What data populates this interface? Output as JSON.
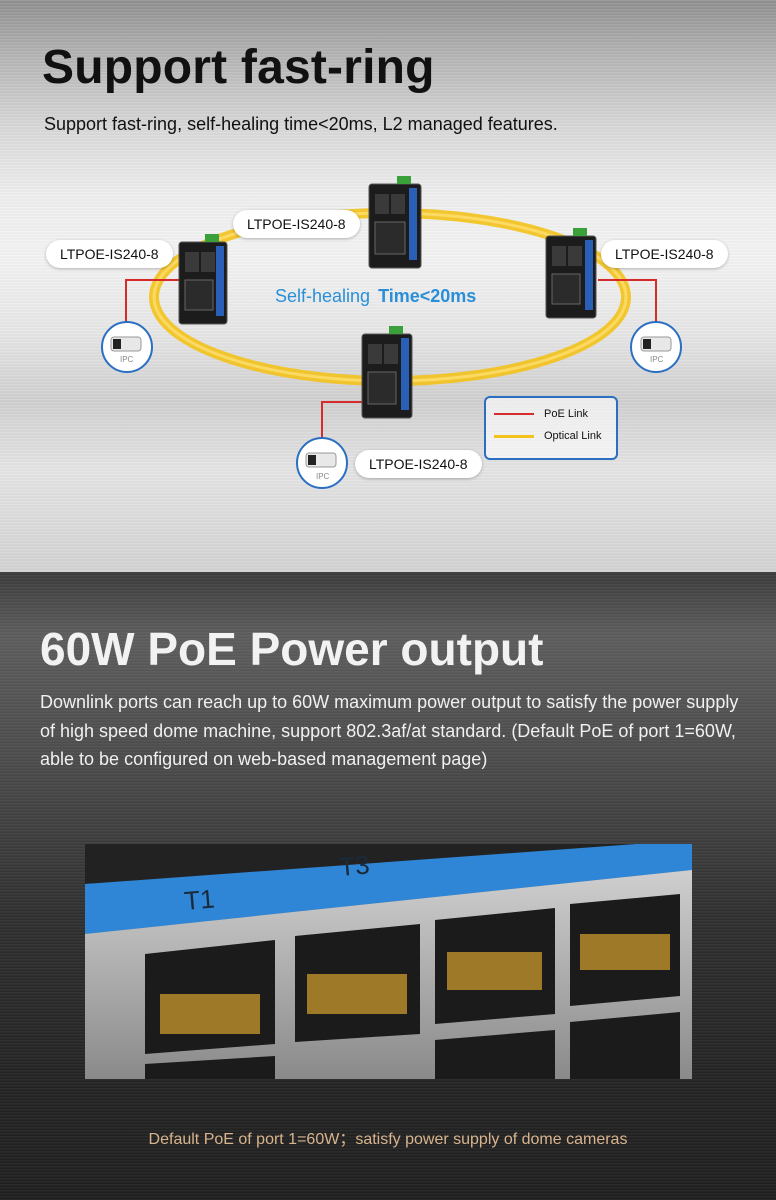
{
  "section1": {
    "title": "Support fast-ring",
    "subtitle": "Support fast-ring, self-healing time<20ms, L2 managed features.",
    "devices": [
      {
        "label": "LTPOE-IS240-8"
      },
      {
        "label": "LTPOE-IS240-8"
      },
      {
        "label": "LTPOE-IS240-8"
      },
      {
        "label": "LTPOE-IS240-8"
      }
    ],
    "ring_caption": {
      "text": "Self-healing",
      "emphasis": "Time<20ms"
    },
    "camera_label": "IPC",
    "legend": [
      {
        "label": "PoE Link",
        "color": "#d62b2b"
      },
      {
        "label": "Optical Link",
        "color": "#f3c21b"
      }
    ]
  },
  "section2": {
    "title": "60W PoE Power output",
    "description": "Downlink ports can reach up to 60W maximum power output to satisfy the power supply of high speed dome machine, support 802.3af/at standard. (Default PoE of port 1=60W, able to be configured on web-based management page)",
    "photo_labels": [
      "T1",
      "T3"
    ],
    "caption": "Default PoE of port 1=60W；satisfy power supply of dome cameras"
  },
  "colors": {
    "ring": "#f3c21b",
    "poe_link": "#d62b2b",
    "accent_blue": "#2a8fd8",
    "caption": "#d8b48e"
  }
}
